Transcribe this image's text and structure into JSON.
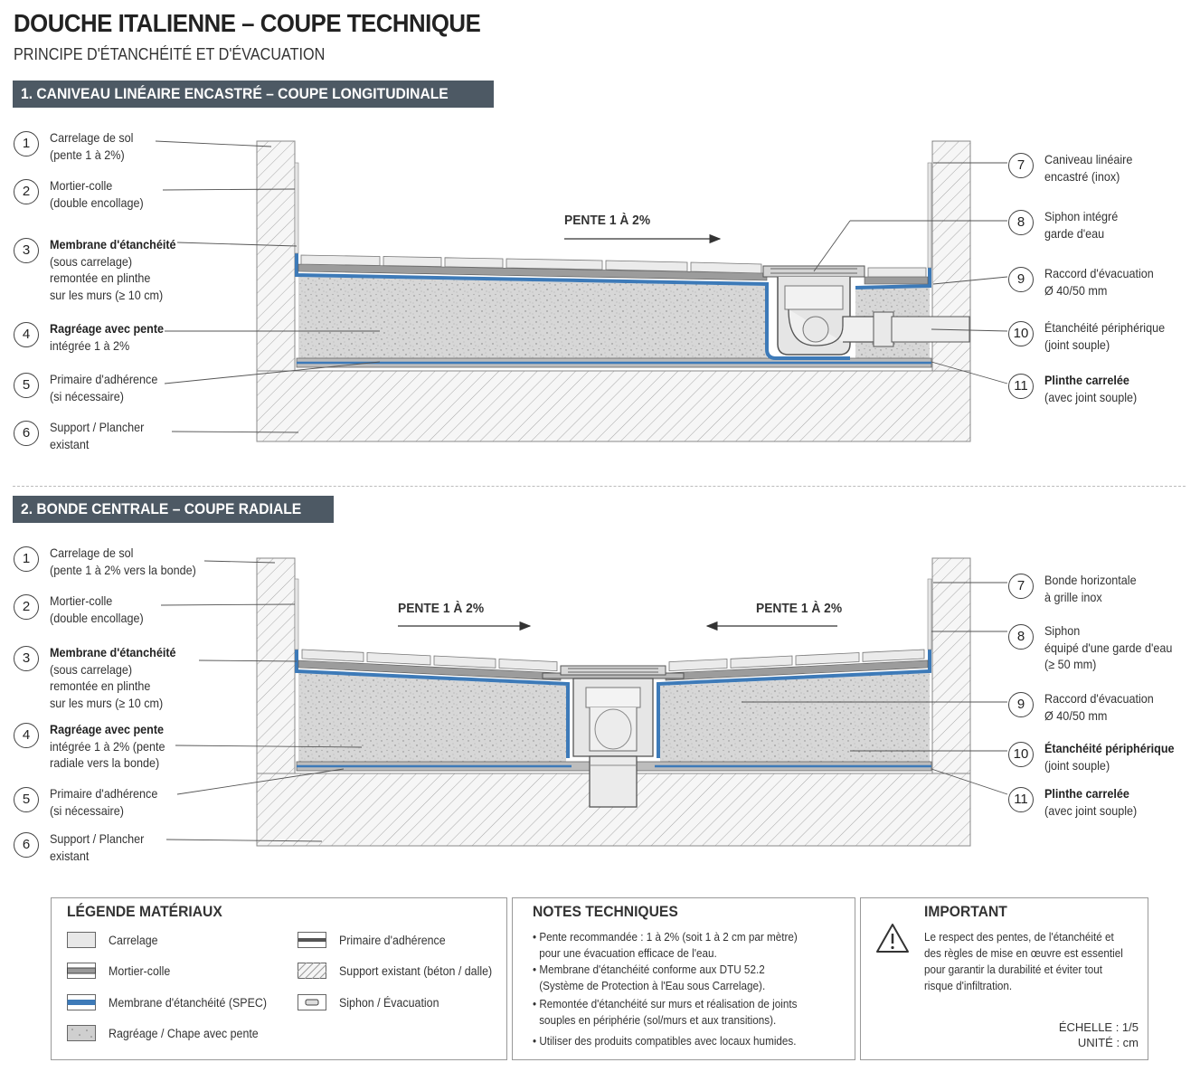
{
  "header": {
    "title": "DOUCHE ITALIENNE – COUPE TECHNIQUE",
    "subtitle": "PRINCIPE D'ÉTANCHÉITÉ ET D'ÉVACUATION"
  },
  "section1": {
    "title": "1. CANIVEAU LINÉAIRE ENCASTRÉ – COUPE LONGITUDINALE",
    "slope_label": "PENTE 1 À 2%",
    "left": [
      {
        "num": "1",
        "lines": [
          "Carrelage de sol",
          "(pente 1 à 2%)"
        ],
        "bold_first": false
      },
      {
        "num": "2",
        "lines": [
          "Mortier-colle",
          "(double encollage)"
        ],
        "bold_first": false
      },
      {
        "num": "3",
        "lines": [
          "Membrane d'étanchéité",
          "(sous carrelage)",
          "remontée en plinthe",
          "sur les murs (≥ 10 cm)"
        ],
        "bold_first": true
      },
      {
        "num": "4",
        "lines": [
          "Ragréage avec pente",
          "intégrée 1 à 2%"
        ],
        "bold_first": true
      },
      {
        "num": "5",
        "lines": [
          "Primaire d'adhérence",
          "(si nécessaire)"
        ],
        "bold_first": false
      },
      {
        "num": "6",
        "lines": [
          "Support / Plancher",
          "existant"
        ],
        "bold_first": false
      }
    ],
    "right": [
      {
        "num": "7",
        "lines": [
          "Caniveau linéaire",
          "encastré (inox)"
        ],
        "bold_first": false
      },
      {
        "num": "8",
        "lines": [
          "Siphon intégré",
          "garde d'eau"
        ],
        "bold_first": false
      },
      {
        "num": "9",
        "lines": [
          "Raccord d'évacuation",
          "Ø 40/50 mm"
        ],
        "bold_first": false
      },
      {
        "num": "10",
        "lines": [
          "Étanchéité périphérique",
          "(joint souple)"
        ],
        "bold_first": false
      },
      {
        "num": "11",
        "lines": [
          "Plinthe carrelée",
          "(avec joint souple)"
        ],
        "bold_first": true
      }
    ]
  },
  "section2": {
    "title": "2. BONDE CENTRALE – COUPE RADIALE",
    "slope_left": "PENTE 1 À 2%",
    "slope_right": "PENTE 1 À 2%",
    "left": [
      {
        "num": "1",
        "lines": [
          "Carrelage de sol",
          "(pente 1 à 2% vers la bonde)"
        ],
        "bold_first": false
      },
      {
        "num": "2",
        "lines": [
          "Mortier-colle",
          "(double encollage)"
        ],
        "bold_first": false
      },
      {
        "num": "3",
        "lines": [
          "Membrane d'étanchéité",
          "(sous carrelage)",
          "remontée en plinthe",
          "sur les murs (≥ 10 cm)"
        ],
        "bold_first": true
      },
      {
        "num": "4",
        "lines": [
          "Ragréage avec pente",
          "intégrée 1 à 2% (pente",
          "radiale vers la bonde)"
        ],
        "bold_first": true
      },
      {
        "num": "5",
        "lines": [
          "Primaire d'adhérence",
          "(si nécessaire)"
        ],
        "bold_first": false
      },
      {
        "num": "6",
        "lines": [
          "Support / Plancher",
          "existant"
        ],
        "bold_first": false
      }
    ],
    "right": [
      {
        "num": "7",
        "lines": [
          "Bonde horizontale",
          "à grille inox"
        ],
        "bold_first": false
      },
      {
        "num": "8",
        "lines": [
          "Siphon",
          "équipé d'une garde d'eau",
          "(≥ 50 mm)"
        ],
        "bold_first": false
      },
      {
        "num": "9",
        "lines": [
          "Raccord d'évacuation",
          "Ø 40/50 mm"
        ],
        "bold_first": false
      },
      {
        "num": "10",
        "lines": [
          "Étanchéité périphérique",
          "(joint souple)"
        ],
        "bold_first": true
      },
      {
        "num": "11",
        "lines": [
          "Plinthe carrelée",
          "(avec joint souple)"
        ],
        "bold_first": true
      }
    ]
  },
  "legend": {
    "title": "LÉGENDE MATÉRIAUX",
    "items": [
      {
        "label": "Carrelage",
        "swatch": "tile"
      },
      {
        "label": "Mortier-colle",
        "swatch": "mortar"
      },
      {
        "label": "Membrane d'étanchéité (SPEC)",
        "swatch": "membrane"
      },
      {
        "label": "Ragréage / Chape avec pente",
        "swatch": "screed"
      },
      {
        "label": "Primaire d'adhérence",
        "swatch": "primer"
      },
      {
        "label": "Support existant (béton / dalle)",
        "swatch": "support"
      },
      {
        "label": "Siphon / Évacuation",
        "swatch": "siphon"
      }
    ]
  },
  "notes": {
    "title": "NOTES TECHNIQUES",
    "items": [
      [
        "• Pente recommandée : 1 à 2% (soit 1 à 2 cm par mètre)",
        "pour une évacuation efficace de l'eau."
      ],
      [
        "• Membrane d'étanchéité conforme aux DTU 52.2",
        "(Système de Protection à l'Eau sous Carrelage)."
      ],
      [
        "• Remontée d'étanchéité sur murs et réalisation de joints",
        "souples en périphérie (sol/murs et aux transitions)."
      ],
      [
        "• Utiliser des produits compatibles avec locaux humides."
      ]
    ]
  },
  "important": {
    "title": "IMPORTANT",
    "lines": [
      "Le respect des pentes, de l'étanchéité et",
      "des règles de mise en œuvre est essentiel",
      "pour garantir la durabilité et éviter tout",
      "risque d'infiltration."
    ],
    "scale": "ÉCHELLE : 1/5",
    "unit": "UNITÉ : cm"
  },
  "colors": {
    "membrane": "#3d7ab8",
    "section_bar": "#4d5964",
    "hatch": "#9a9a9a",
    "screed": "#d6d6d6"
  }
}
